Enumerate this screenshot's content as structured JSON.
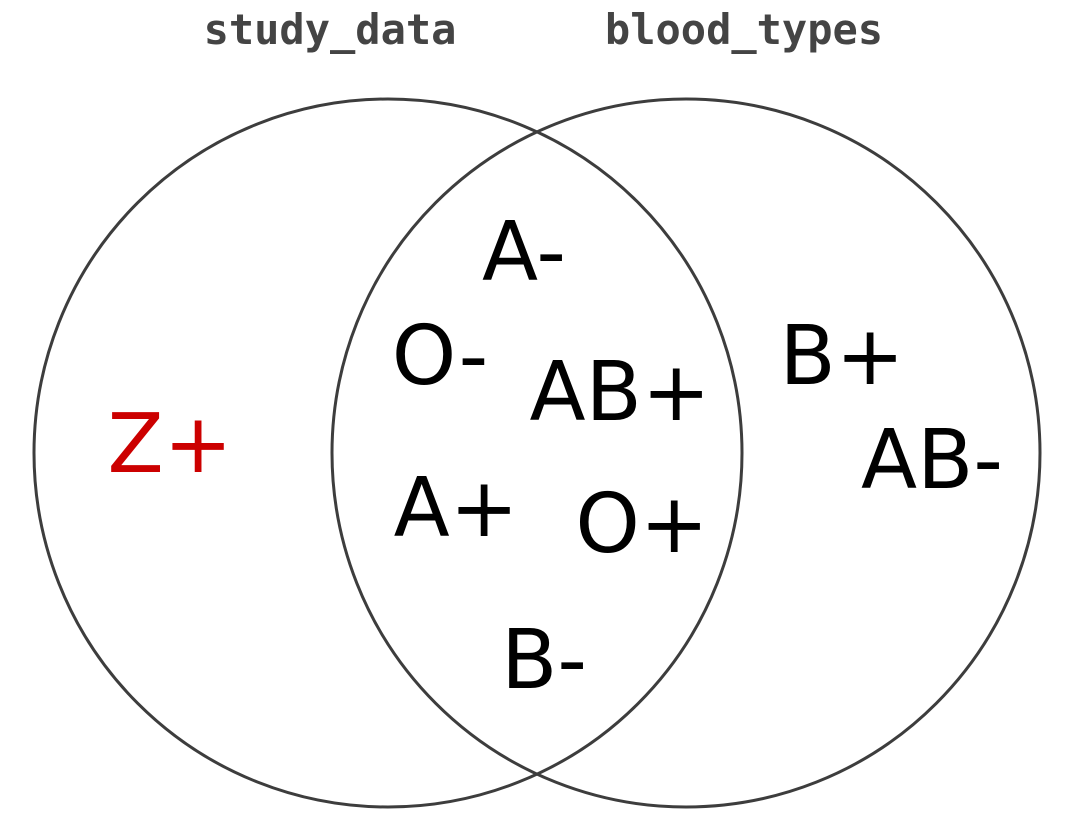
{
  "sets": {
    "left": {
      "title": "study_data"
    },
    "right": {
      "title": "blood_types"
    }
  },
  "colors": {
    "outline": "#3d3d3d",
    "title": "#444444",
    "normal_text": "#000000",
    "highlight_text": "#cc0000"
  },
  "regions": {
    "left_only": [
      {
        "label": "Z+",
        "highlight": true
      }
    ],
    "intersection": [
      {
        "label": "A-",
        "highlight": false
      },
      {
        "label": "O-",
        "highlight": false
      },
      {
        "label": "AB+",
        "highlight": false
      },
      {
        "label": "A+",
        "highlight": false
      },
      {
        "label": "O+",
        "highlight": false
      },
      {
        "label": "B-",
        "highlight": false
      }
    ],
    "right_only": [
      {
        "label": "B+",
        "highlight": false
      },
      {
        "label": "AB-",
        "highlight": false
      }
    ]
  }
}
